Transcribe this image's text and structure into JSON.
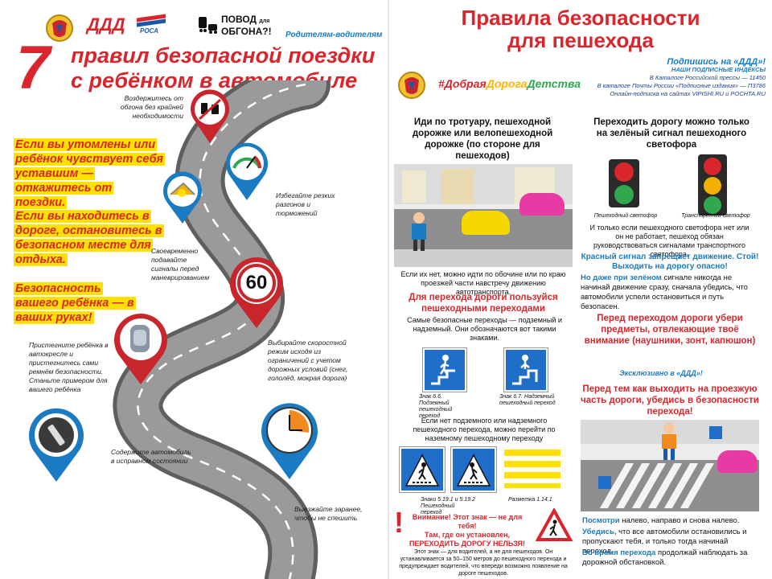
{
  "left": {
    "logos": {
      "ddd": "ДДД",
      "rosa": "РОСА",
      "povod_line1": "ПОВОД",
      "povod_small": "для",
      "povod_line2": "ОБГОНА?!"
    },
    "audience": "Родителям-водителям",
    "title_number": "7",
    "title_line1": "правил безопасной поездки",
    "title_line2": "с ребёнком в автомобиле",
    "advice": [
      {
        "text": "Если вы утомлены или ребёнок чувствует себя уставшим — откажитесь от поездки."
      },
      {
        "text": "Если вы находитесь в дороге, остановитесь в безопасном месте для отдыха."
      },
      {
        "text": "Безопасность вашего ребёнка — в ваших руках!"
      }
    ],
    "rules": [
      "Воздержитесь от обгона без крайней необходимости",
      "Избегайте резких разгонов и торможений",
      "Своевременно подавайте сигналы перед маневрированием",
      "Выбирайте скоростной режим исходя из ограничений с учетом дорожных условий (снег, гололёд, мокрая дорога)",
      "Пристегните ребёнка в автокресле и пристегнитесь сами ремнём безопасности. Станьте примером для вашего ребёнка",
      "Содержите автомобиль в исправном состоянии",
      "Выезжайте заранее, чтобы не спешить"
    ],
    "speed_sign": "60"
  },
  "right": {
    "title_line1": "Правила безопасности",
    "title_line2": "для пешехода",
    "hashtag_parts": [
      "#Добрая",
      "Дорога",
      "Детства"
    ],
    "subscribe": {
      "heading": "Подпишись на «ДДД»!",
      "sub": "НАШИ ПОДПИСНЫЕ ИНДЕКСЫ",
      "line1": "В Каталоге Российской прессы — 11450",
      "line2": "В каталоге Почты России «Подписные издания» — П3786",
      "line3": "Онлайн-подписка на сайтах VIPISHI.RU и POCHTA.RU"
    },
    "walk_heading": "Иди по тротуару, пешеходной дорожке или велопешеходной дорожке (по стороне для пешеходов)",
    "walk_note": "Если их нет, можно идти по обочине или по краю проезжей части навстречу движению автотранспорта.",
    "crossing_heading": "Для перехода дороги пользуйся пешеходными переходами",
    "crossing_text": "Самые безопасные переходы — подземный и надземный. Они обозначаются вот такими знаками.",
    "sign_6_6": "Знак 6.6. Подземный пешеходный переход",
    "sign_6_7": "Знак 6.7. Надземный пешеходный переход",
    "ground_text": "Если нет подземного или надземного пешеходного перехода, можно перейти по наземному пешеходному переходу",
    "sign_5_19": "Знаки 5.19.1 и 5.19.2 Пешеходный переход",
    "marking": "Разметка 1.14.1",
    "warning_1": "Внимание! Этот знак — не для тебя!",
    "warning_2": "Там, где он установлен,",
    "warning_3": "ПЕРЕХОДИТЬ ДОРОГУ НЕЛЬЗЯ!",
    "warning_note": "Этот знак — для водителей, а не для пешеходов. Он устанавливается за 50–150 метров до пешеходного перехода и предупреждает водителей, что впереди возможно появление на дороге пешеходов.",
    "light_heading": "Переходить дорогу можно только на зелёный сигнал пешеходного светофора",
    "ped_light": "Пешеходный светофор",
    "traffic_light": "Транспортный светофор",
    "light_note": "И только если пешеходного светофора нет или он не работает, пешеход обязан руководствоваться сигналами транспортного светофора.",
    "red_warning": "Красный сигнал запрещает движение. Стой! Выходить на дорогу опасно!",
    "green_bold": "Но даже при зелёном",
    "green_rest": " сигнале никогда не начинай движение сразу, сначала убедись, что автомобили успели остановиться и путь безопасен.",
    "items_heading": "Перед переходом дороги убери предметы, отвлекающие твоё внимание (наушники, зонт, капюшон)",
    "exclusive": "Эксклюзивно в «ДДД»!",
    "check_heading": "Перед тем как выходить на проезжую часть дороги, убедись в безопасности перехода!",
    "look_bold": "Посмотри",
    "look_rest": " налево, направо и снова налево.",
    "sure_bold": "Убедись,",
    "sure_rest": " что все автомобили остановились и пропускают тебя, и только тогда начинай переход.",
    "during_bold": "Во время перехода",
    "during_rest": " продолжай наблюдать за дорожной обстановкой."
  },
  "colors": {
    "red": "#d8262c",
    "blue": "#1a7bc2",
    "yellow": "#ffe100",
    "road": "#8e8e8e"
  }
}
